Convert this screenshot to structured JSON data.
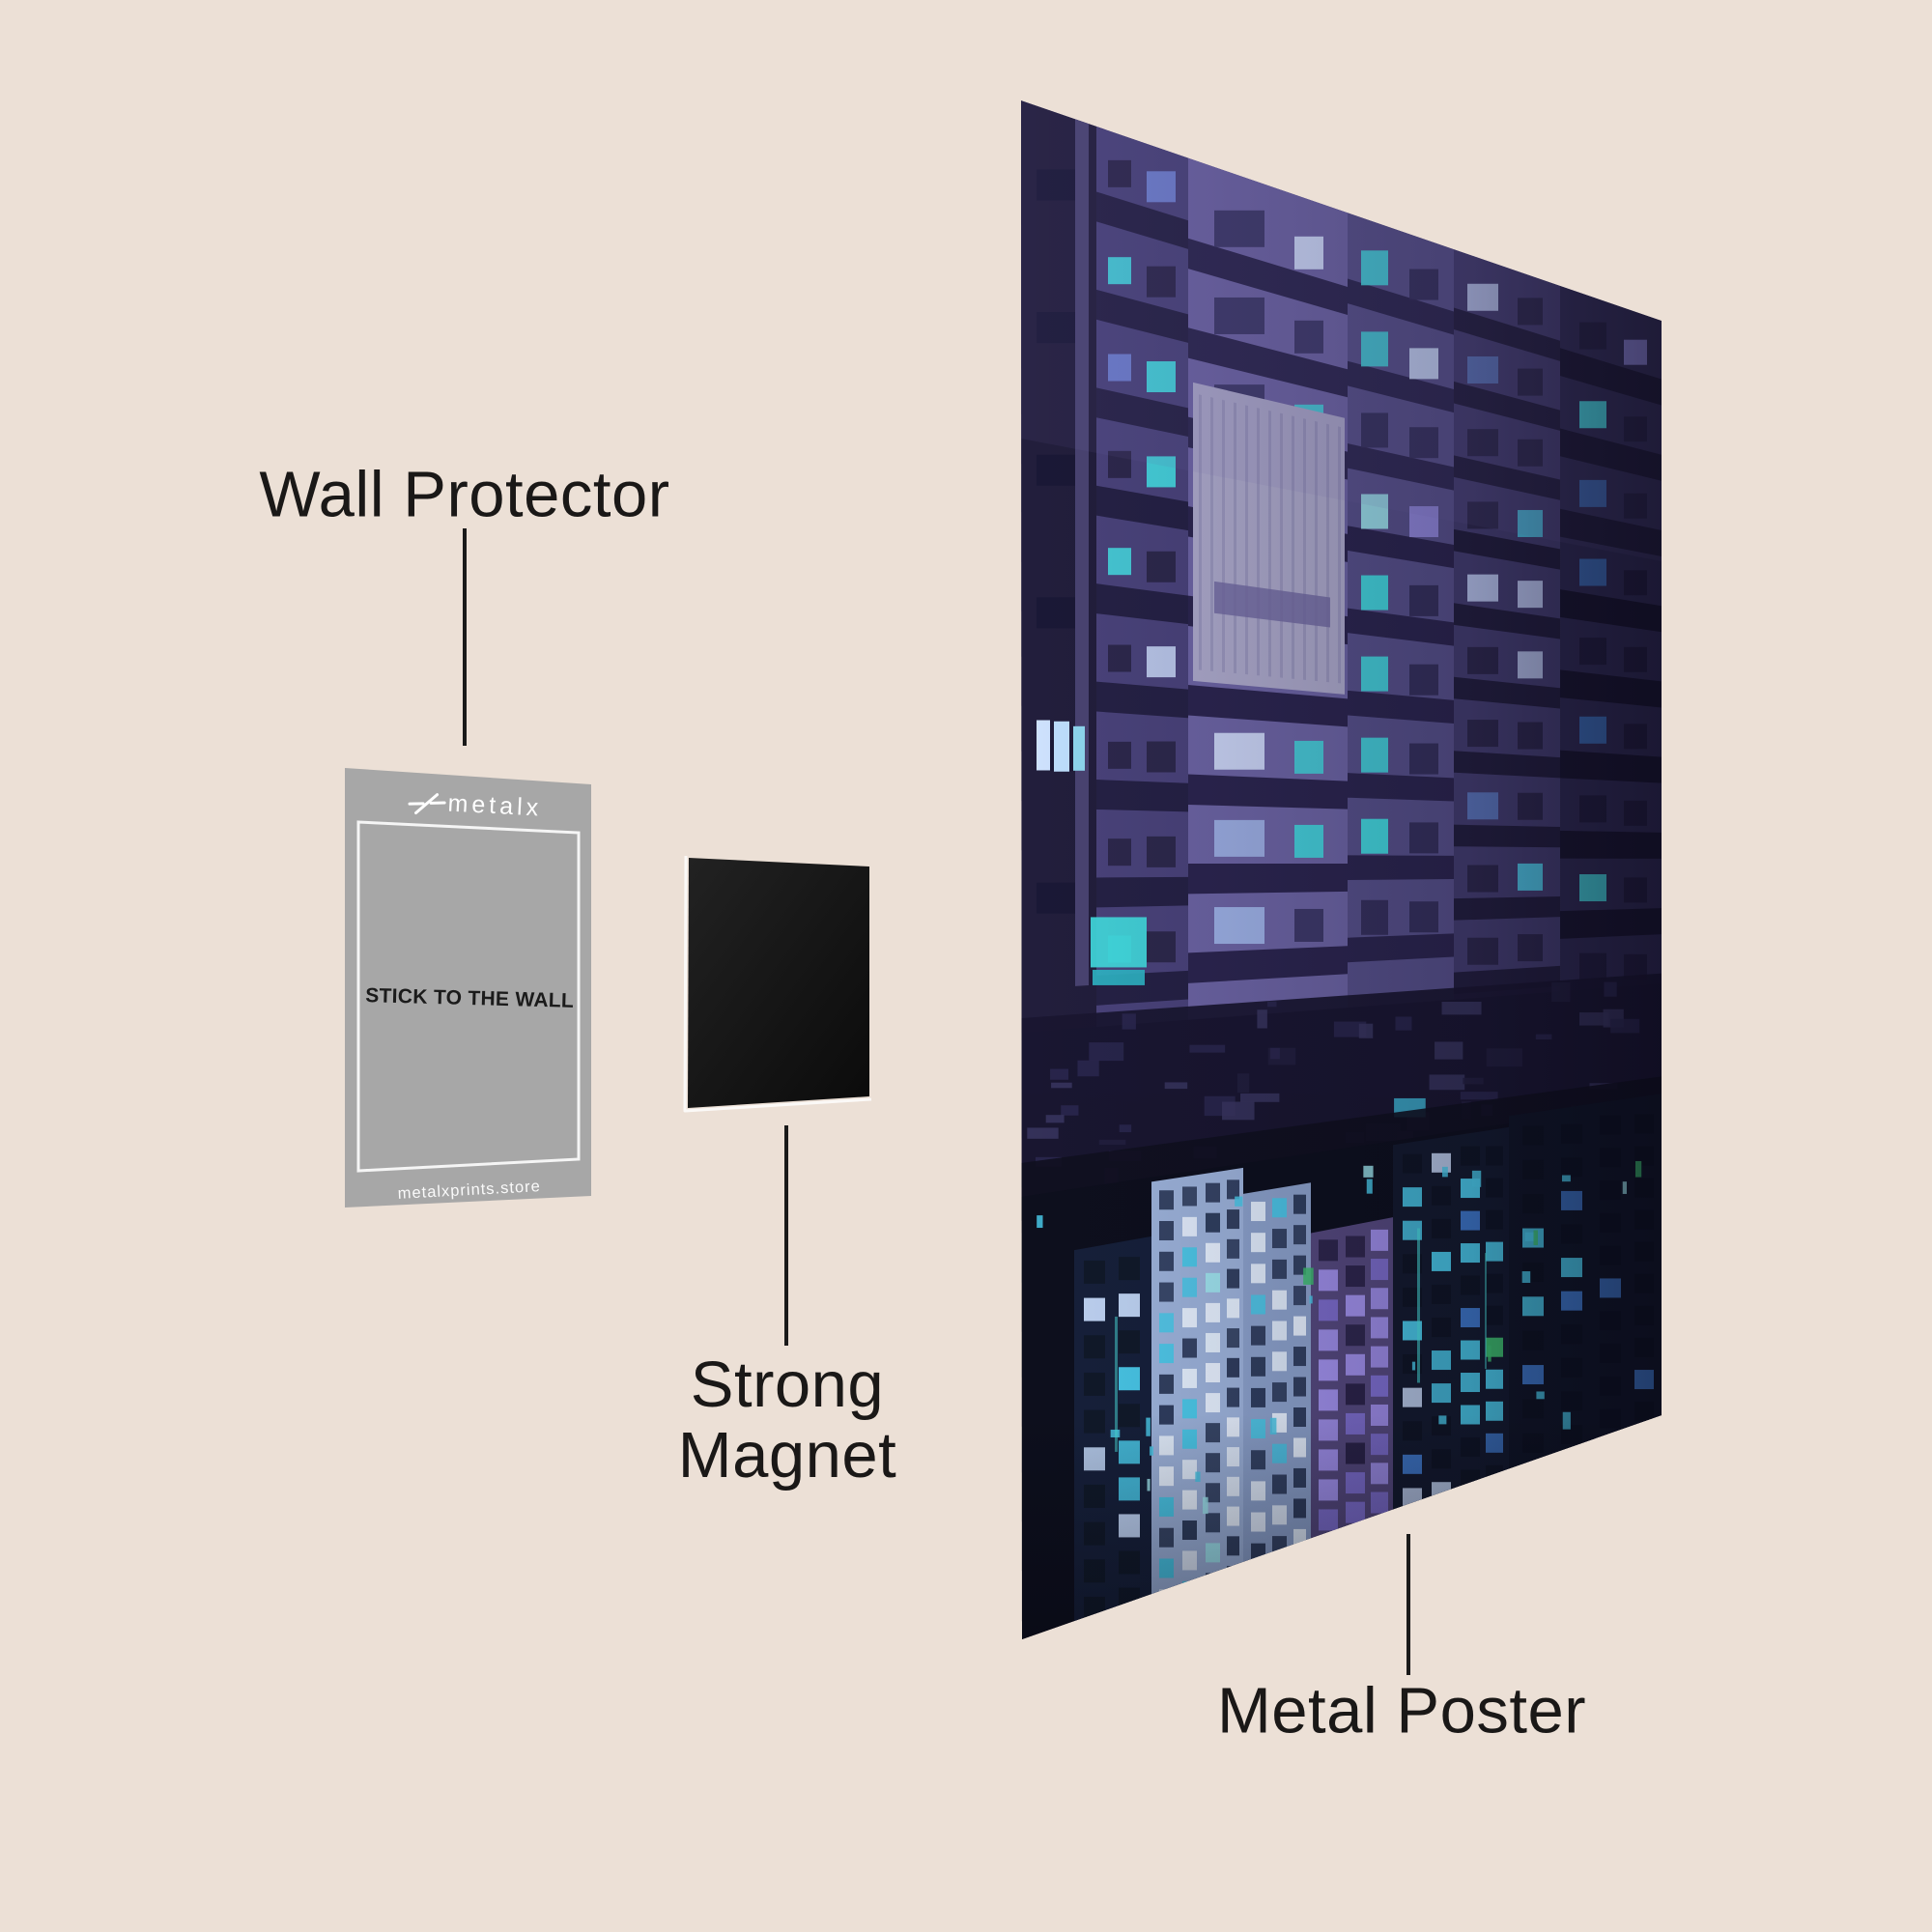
{
  "background_color": "#ECE0D6",
  "text_color": "#1A1817",
  "labels": {
    "wall_protector": "Wall Protector",
    "strong_magnet_line1": "Strong",
    "strong_magnet_line2": "Magnet",
    "metal_poster": "Metal Poster"
  },
  "wall_protector_card": {
    "brand_logo_text": "metalx",
    "center_text": "STICK TO THE WALL",
    "website_text": "metalxprints.store",
    "card_color": "#A7A7A7",
    "border_color": "#F5F5F5",
    "center_text_color": "#1B1B1B",
    "logo_color": "#FFFFFF"
  },
  "magnet": {
    "color": "#141414",
    "edge_highlight_color": "#FFFFFF"
  },
  "poster": {
    "description_palette": {
      "facade_purple_light": "#6C64A4",
      "facade_purple": "#56508A",
      "facade_purple_dark": "#433D70",
      "facade_navy": "#2E2A52",
      "balcony_band": "#262048",
      "window_cyan": "#43D6DE",
      "window_white_blue": "#D5E2FF",
      "window_violet": "#8E86D8",
      "window_green": "#3DBE6E",
      "bright_tower": "#9DB3DB",
      "night_dark": "#0D0F1D"
    }
  }
}
